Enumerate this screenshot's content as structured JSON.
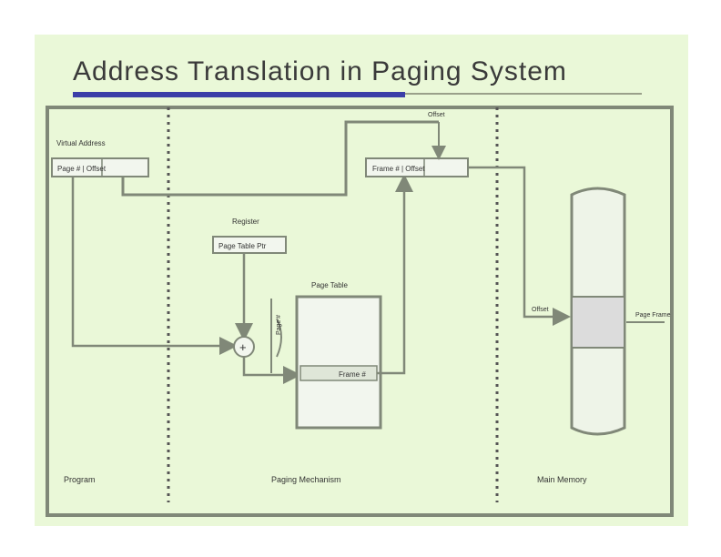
{
  "title": "Address Translation in Paging System",
  "colors": {
    "slide_bg": "#eaf8d8",
    "title_underline": "#3b3ea8",
    "line": "#808878",
    "box_fill": "#f2f6ee",
    "frame_fill": "#dcdcdc"
  },
  "labels": {
    "virtual_address": "Virtual Address",
    "virtual_address_value": "Page # | Offset",
    "register": "Register",
    "register_value": "Page Table Ptr",
    "page_table": "Page Table",
    "page_table_entry": "Frame #",
    "physical_address_value": "Frame # | Offset",
    "offset": "Offset",
    "page_frame": "Page Frame",
    "page_index": "Page #"
  },
  "sections": {
    "program": "Program",
    "paging_mechanism": "Paging Mechanism",
    "main_memory": "Main Memory"
  }
}
